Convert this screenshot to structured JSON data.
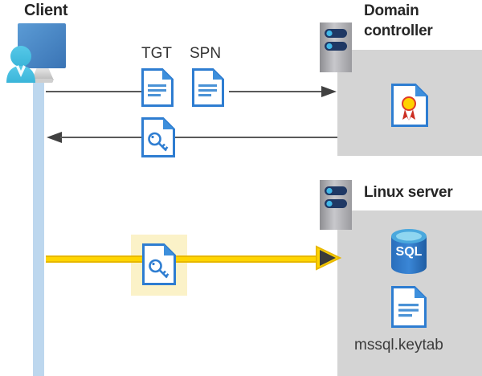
{
  "diagram": {
    "title": "Kerberos authentication flow: Client, Domain controller, Linux server",
    "background_color": "#ffffff",
    "panel_color": "#d4d4d4",
    "highlight_color": "#fbf2c8",
    "arrow_gray_color": "#595959",
    "arrow_yellow_fill": "#ffd500",
    "arrow_yellow_border": "#e8b800",
    "lifeline_color": "#bdd7ee",
    "accent_blue": "#2e75b6",
    "doc_blue": "#1f6fc4"
  },
  "actors": {
    "client": {
      "label": "Client",
      "icon": "user-workstation-icon"
    },
    "domain_controller": {
      "label": "Domain controller",
      "icon": "server-rack-icon",
      "contents": [
        {
          "label": "",
          "icon": "certificate-document-icon"
        }
      ]
    },
    "linux_server": {
      "label": "Linux server",
      "icon": "server-rack-icon",
      "contents": [
        {
          "label": "",
          "icon": "sql-database-icon",
          "text": "SQL"
        },
        {
          "label": "mssql.keytab",
          "icon": "document-icon"
        }
      ]
    }
  },
  "messages": [
    {
      "id": "request",
      "direction": "right",
      "style": "gray",
      "from": "client",
      "to": "domain_controller",
      "artifacts": [
        {
          "label": "TGT",
          "icon": "document-icon"
        },
        {
          "label": "SPN",
          "icon": "document-icon"
        }
      ]
    },
    {
      "id": "response",
      "direction": "left",
      "style": "gray",
      "from": "domain_controller",
      "to": "client",
      "artifacts": [
        {
          "label": "",
          "icon": "key-document-icon"
        }
      ]
    },
    {
      "id": "service-ticket",
      "direction": "right",
      "style": "yellow",
      "highlighted": true,
      "from": "client",
      "to": "linux_server",
      "artifacts": [
        {
          "label": "",
          "icon": "key-document-icon"
        }
      ]
    }
  ],
  "labels": {
    "tgt": "TGT",
    "spn": "SPN",
    "keytab_file": "mssql.keytab",
    "sql_text": "SQL",
    "client": "Client",
    "domain_controller_line1": "Domain",
    "domain_controller_line2": "controller",
    "linux_server": "Linux server"
  }
}
